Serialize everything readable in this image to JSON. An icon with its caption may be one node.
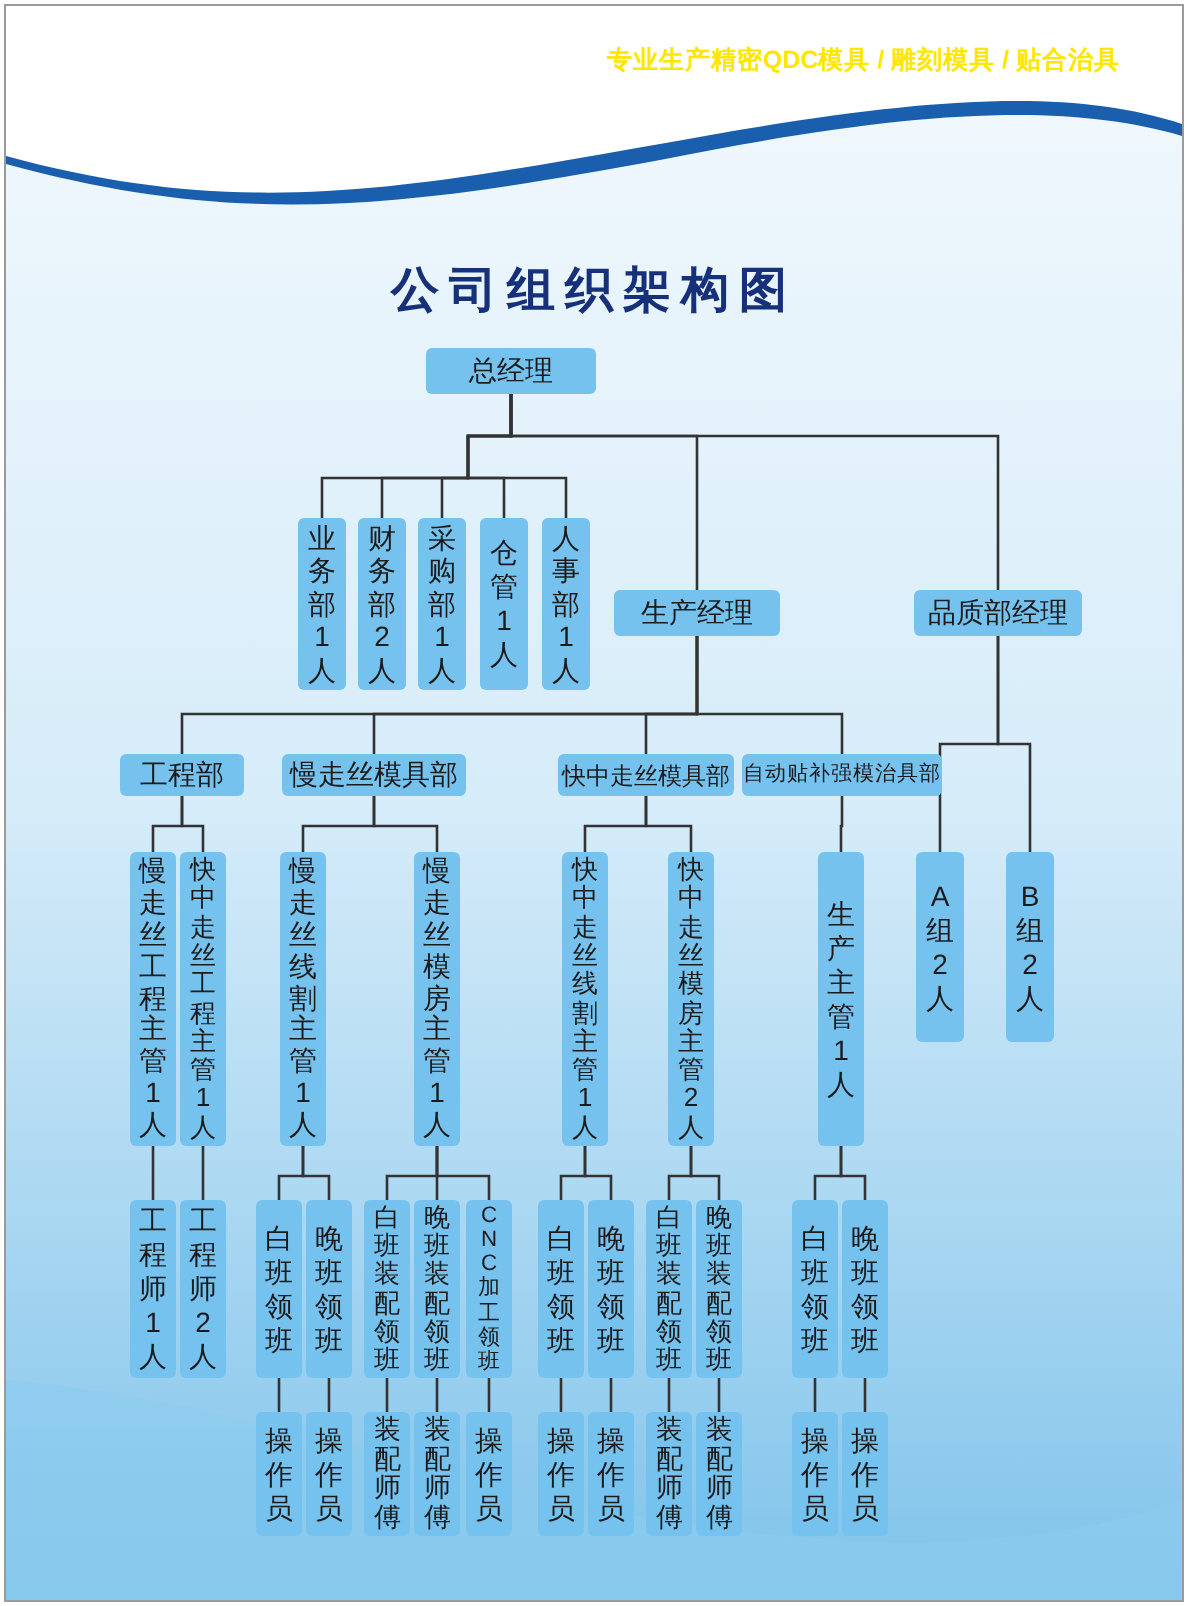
{
  "diagram": {
    "title": "公司组织架构图",
    "nodes": [
      {
        "text": [
          "总经理"
        ]
      },
      {
        "text": [
          "业务部1人"
        ]
      },
      {
        "text": [
          "财务部2人"
        ]
      },
      {
        "text": [
          "采购部1人"
        ]
      },
      {
        "text": [
          "仓管1人"
        ]
      },
      {
        "text": [
          "人事部1人"
        ]
      },
      {
        "text": [
          "生产经理"
        ]
      },
      {
        "text": [
          "品质部经理"
        ]
      },
      {
        "text": [
          "工程部"
        ]
      },
      {
        "text": [
          "慢走丝模具部"
        ]
      },
      {
        "text": [
          "快中走丝模具部"
        ]
      },
      {
        "text": [
          "自动贴补强模治具部"
        ]
      },
      {
        "text": [
          "A组2人"
        ]
      },
      {
        "text": [
          "B组2人"
        ]
      },
      {
        "text": [
          "慢走丝工程主管1人"
        ]
      },
      {
        "text": [
          "快中走丝工程主管1人"
        ]
      },
      {
        "text": [
          "工程师1人"
        ]
      },
      {
        "text": [
          "工程师2人"
        ]
      },
      {
        "text": [
          "慢走丝线割主管1人"
        ]
      },
      {
        "text": [
          "慢走丝模房主管1人"
        ]
      },
      {
        "text": [
          "白班领班"
        ]
      },
      {
        "text": [
          "晚班领班"
        ]
      },
      {
        "text": [
          "白班装配领班"
        ]
      },
      {
        "text": [
          "晚班装配领班"
        ]
      },
      {
        "text": [
          "CNC加工领班"
        ]
      },
      {
        "text": [
          "操作员"
        ]
      },
      {
        "text": [
          "操作员"
        ]
      },
      {
        "text": [
          "装配师傅"
        ]
      },
      {
        "text": [
          "装配师傅"
        ]
      },
      {
        "text": [
          "操作员"
        ]
      },
      {
        "text": [
          "快中走丝线割主管1人"
        ]
      },
      {
        "text": [
          "快中走丝模房主管2人"
        ]
      },
      {
        "text": [
          "白班领班"
        ]
      },
      {
        "text": [
          "晚班领班"
        ]
      },
      {
        "text": [
          "白班装配领班"
        ]
      },
      {
        "text": [
          "晚班装配领班"
        ]
      },
      {
        "text": [
          "操作员"
        ]
      },
      {
        "text": [
          "操作员"
        ]
      },
      {
        "text": [
          "装配师傅"
        ]
      },
      {
        "text": [
          "装配师傅"
        ]
      },
      {
        "text": [
          "生产主管1人"
        ]
      },
      {
        "text": [
          "白班领班"
        ]
      },
      {
        "text": [
          "晚班领班"
        ]
      },
      {
        "text": [
          "操作员"
        ]
      },
      {
        "text": [
          "操作员"
        ]
      }
    ],
    "edges": [
      {
        "from": 0,
        "to": 1,
        "arrow": "none"
      },
      {
        "from": 0,
        "to": 2,
        "arrow": "none"
      },
      {
        "from": 0,
        "to": 3,
        "arrow": "none"
      },
      {
        "from": 0,
        "to": 4,
        "arrow": "none"
      },
      {
        "from": 0,
        "to": 5,
        "arrow": "none"
      },
      {
        "from": 0,
        "to": 6,
        "arrow": "none"
      },
      {
        "from": 0,
        "to": 7,
        "arrow": "none"
      },
      {
        "from": 6,
        "to": 8,
        "arrow": "none"
      },
      {
        "from": 6,
        "to": 9,
        "arrow": "none"
      },
      {
        "from": 6,
        "to": 10,
        "arrow": "none"
      },
      {
        "from": 6,
        "to": 11,
        "arrow": "none"
      },
      {
        "from": 7,
        "to": 12,
        "arrow": "none"
      },
      {
        "from": 7,
        "to": 13,
        "arrow": "none"
      },
      {
        "from": 8,
        "to": 14,
        "arrow": "none"
      },
      {
        "from": 8,
        "to": 15,
        "arrow": "none"
      },
      {
        "from": 14,
        "to": 16,
        "arrow": "none"
      },
      {
        "from": 15,
        "to": 17,
        "arrow": "none"
      },
      {
        "from": 9,
        "to": 18,
        "arrow": "none"
      },
      {
        "from": 9,
        "to": 19,
        "arrow": "none"
      },
      {
        "from": 18,
        "to": 20,
        "arrow": "none"
      },
      {
        "from": 18,
        "to": 21,
        "arrow": "none"
      },
      {
        "from": 19,
        "to": 22,
        "arrow": "none"
      },
      {
        "from": 19,
        "to": 23,
        "arrow": "none"
      },
      {
        "from": 19,
        "to": 24,
        "arrow": "none"
      },
      {
        "from": 20,
        "to": 25,
        "arrow": "none"
      },
      {
        "from": 21,
        "to": 26,
        "arrow": "none"
      },
      {
        "from": 22,
        "to": 27,
        "arrow": "none"
      },
      {
        "from": 23,
        "to": 28,
        "arrow": "none"
      },
      {
        "from": 24,
        "to": 29,
        "arrow": "none"
      },
      {
        "from": 10,
        "to": 30,
        "arrow": "none"
      },
      {
        "from": 10,
        "to": 31,
        "arrow": "none"
      },
      {
        "from": 30,
        "to": 32,
        "arrow": "none"
      },
      {
        "from": 30,
        "to": 33,
        "arrow": "none"
      },
      {
        "from": 31,
        "to": 34,
        "arrow": "none"
      },
      {
        "from": 31,
        "to": 35,
        "arrow": "none"
      },
      {
        "from": 32,
        "to": 36,
        "arrow": "none"
      },
      {
        "from": 33,
        "to": 37,
        "arrow": "none"
      },
      {
        "from": 34,
        "to": 38,
        "arrow": "none"
      },
      {
        "from": 35,
        "to": 39,
        "arrow": "none"
      },
      {
        "from": 11,
        "to": 40,
        "arrow": "none"
      },
      {
        "from": 40,
        "to": 41,
        "arrow": "none"
      },
      {
        "from": 40,
        "to": 42,
        "arrow": "none"
      },
      {
        "from": 41,
        "to": 43,
        "arrow": "none"
      },
      {
        "from": 42,
        "to": 44,
        "arrow": "none"
      }
    ],
    "labels": [
      "专业生产精密QDC模具 / 雕刻模具 / 贴合治具"
    ]
  }
}
